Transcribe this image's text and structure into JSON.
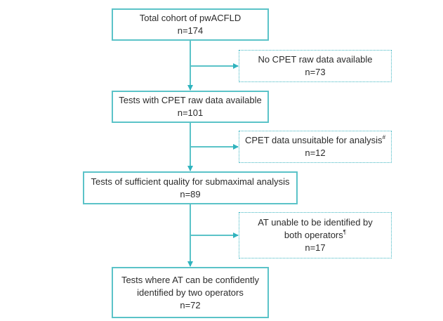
{
  "colors": {
    "solid_border": "#5bc3c8",
    "dashed_border": "#3fb6c2",
    "connector": "#5bc3c8",
    "arrowhead": "#2fb3be",
    "text": "#2b2b2b"
  },
  "main_flow": [
    {
      "label": "Total cohort of pwACFLD",
      "count": "n=174"
    },
    {
      "label": "Tests with CPET raw data available",
      "count": "n=101"
    },
    {
      "label": "Tests of sufficient quality for submaximal analysis",
      "count": "n=89"
    },
    {
      "label_line1": "Tests where AT can be confidently",
      "label_line2": "identified by two operators",
      "count": "n=72"
    }
  ],
  "exclusions": [
    {
      "label": "No CPET raw data available",
      "count": "n=73"
    },
    {
      "label": "CPET data unsuitable for analysis",
      "footnote": "#",
      "count": "n=12"
    },
    {
      "label_line1": "AT unable to be identified by",
      "label_line2": "both operators",
      "footnote": "¶",
      "count": "n=17"
    }
  ]
}
